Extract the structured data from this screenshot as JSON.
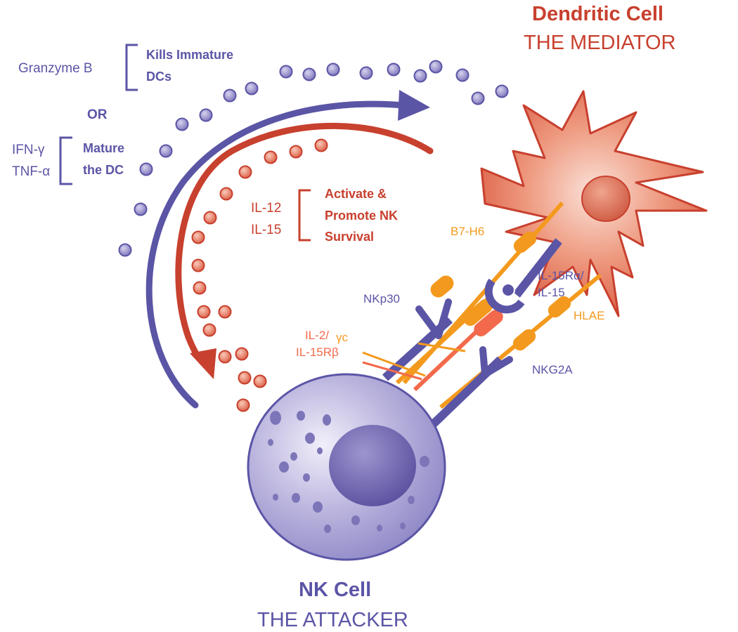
{
  "colors": {
    "purple": "#5b55a6",
    "purple_light": "#a9a3d3",
    "purple_dot": "#7d76bc",
    "red": "#c8402e",
    "red_light": "#e98b74",
    "red_dot": "#dc6a52",
    "orange": "#f39a1e",
    "salmon": "#f26a4b"
  },
  "dendritic_cell": {
    "name": "Dendritic Cell",
    "role": "THE MEDIATOR"
  },
  "nk_cell": {
    "name": "NK Cell",
    "role": "THE ATTACKER"
  },
  "nk_to_dc": {
    "granzyme": "Granzyme B",
    "kills_line1": "Kills Immature",
    "kills_line2": "DCs",
    "or": "OR",
    "ifn": "IFN-γ",
    "tnf": "TNF-α",
    "mature_line1": "Mature",
    "mature_line2": "the DC"
  },
  "dc_to_nk": {
    "il12": "IL-12",
    "il15": "IL-15",
    "activate_line1": "Activate &",
    "activate_line2": "Promote NK",
    "activate_line3": "Survival"
  },
  "receptors": {
    "b7h6": "B7-H6",
    "nkp30": "NKp30",
    "il15ra_line1": "IL-15Rα/",
    "il15ra_line2": "IL-15",
    "hlae": "HLAE",
    "nkg2a": "NKG2A",
    "gamma_c": "γc",
    "il2_line1": "IL-2/",
    "il2_line2": "IL-15Rβ"
  }
}
